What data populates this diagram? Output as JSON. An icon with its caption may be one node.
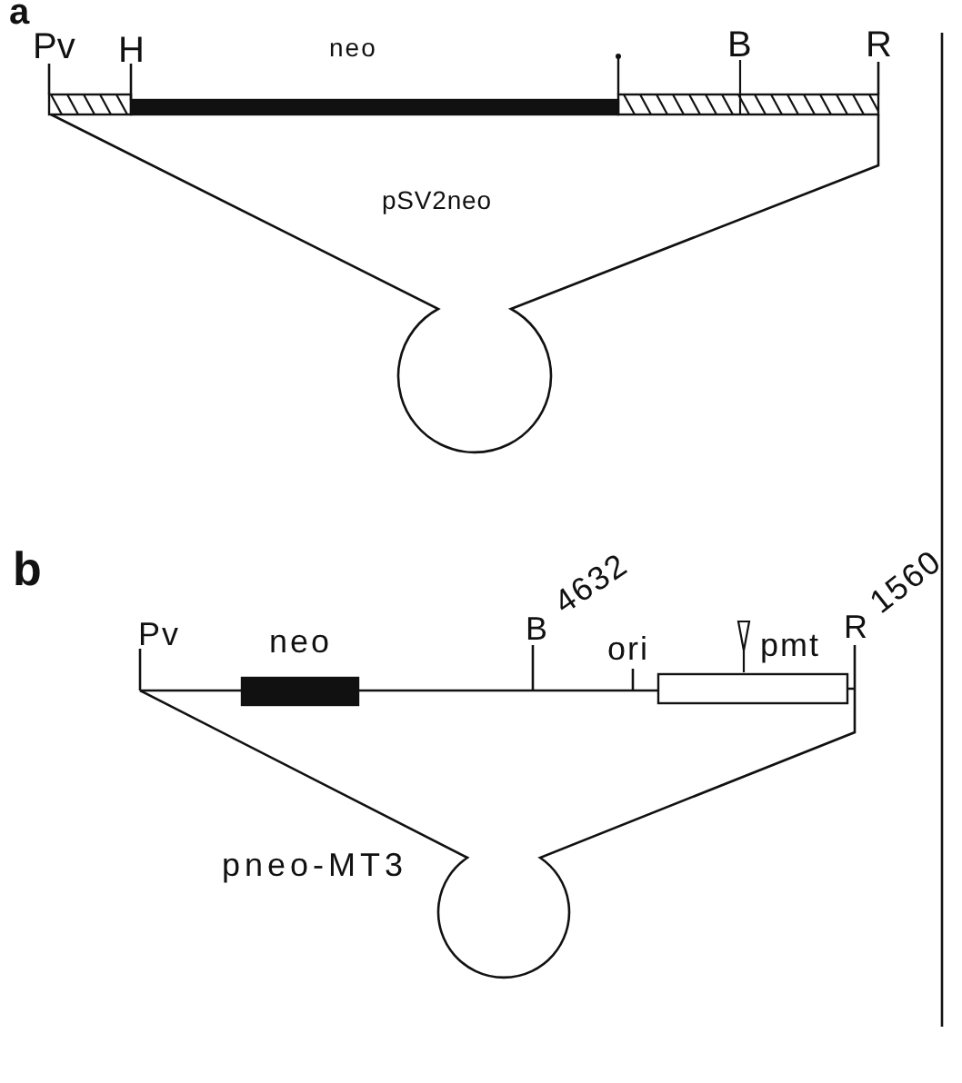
{
  "diagram": {
    "nodes": [
      {
        "text": [],
        "shape": "box",
        "beside": [
          "pmt"
        ]
      }
    ],
    "labels": [
      "a",
      "Pv",
      "H",
      "neo",
      "B",
      "R",
      "pSV2neo",
      "b",
      "Pv",
      "neo",
      "B",
      "4632",
      "ori",
      "R",
      "1560",
      "pneo-MT3"
    ]
  }
}
